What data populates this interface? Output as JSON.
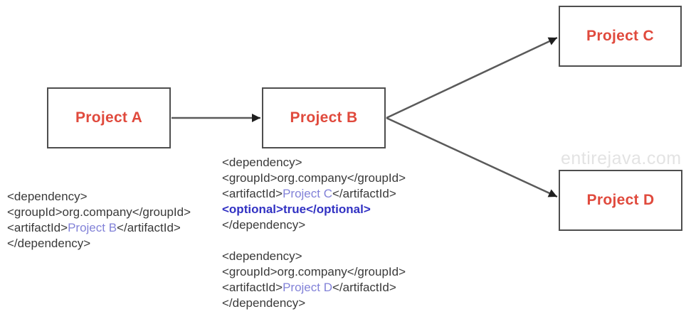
{
  "diagram": {
    "nodes": [
      {
        "id": "project-a",
        "label": "Project A"
      },
      {
        "id": "project-b",
        "label": "Project B"
      },
      {
        "id": "project-c",
        "label": "Project C"
      },
      {
        "id": "project-d",
        "label": "Project D"
      }
    ],
    "edges": [
      {
        "from": "Project A",
        "to": "Project B"
      },
      {
        "from": "Project B",
        "to": "Project C"
      },
      {
        "from": "Project B",
        "to": "Project D"
      }
    ]
  },
  "code_blocks": {
    "project_a_dependency": {
      "line1": "<dependency>",
      "line2": "<groupId>org.company</groupId>",
      "line3_pre": "<artifactId>",
      "line3_artifact": "Project B",
      "line3_post": "</artifactId>",
      "line4": "</dependency>"
    },
    "project_b_dependency_c": {
      "line1": "<dependency>",
      "line2": "<groupId>org.company</groupId>",
      "line3_pre": "<artifactId>",
      "line3_artifact": "Project C",
      "line3_post": "</artifactId>",
      "line4_optional": "<optional>true</optional>",
      "line5": "</dependency>"
    },
    "project_b_dependency_d": {
      "line1": "<dependency>",
      "line2": "<groupId>org.company</groupId>",
      "line3_pre": "<artifactId>",
      "line3_artifact": "Project D",
      "line3_post": "</artifactId>",
      "line4": "</dependency>"
    }
  },
  "watermark": "entirejava.com",
  "colors": {
    "node_label": "#e04a3d",
    "box_border": "#4e4e4e",
    "code_text": "#3a3a3a",
    "artifact_highlight": "#8282d8",
    "optional_highlight": "#3232c3",
    "arrow_shaft": "#5a5a5a",
    "arrow_head": "#1f1f1f",
    "watermark": "#e3e3e3",
    "background": "#ffffff"
  }
}
